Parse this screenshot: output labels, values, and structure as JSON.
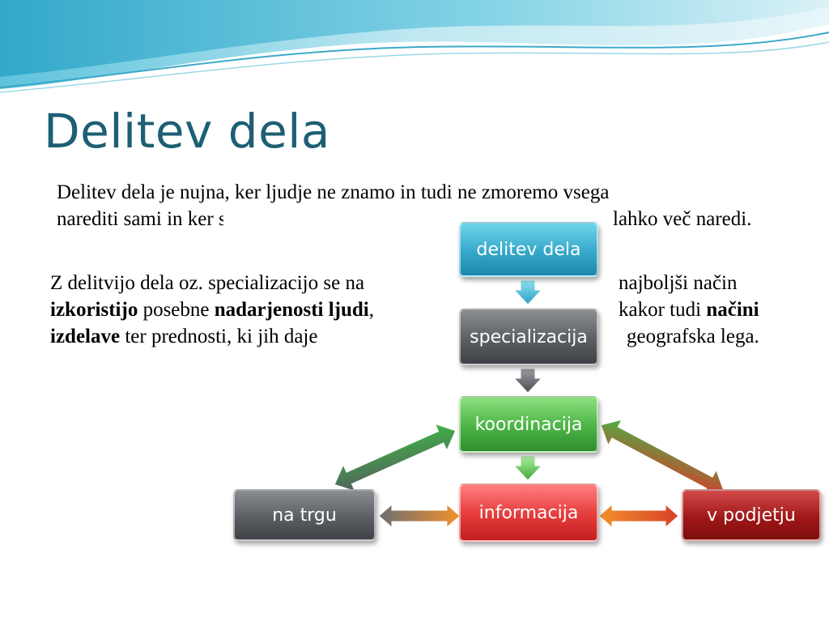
{
  "slide": {
    "title": "Delitev dela",
    "para1": {
      "line1": "Delitev dela je nujna, ker ljudje ne znamo in tudi ne zmoremo vsega",
      "line2a": "narediti sami in ker se z delitvijo dela",
      "line2b": "lahko več naredi."
    },
    "para2": {
      "line1a": "Z delitvijo dela oz. specializacijo  se na",
      "line1b": "najboljši način",
      "line2_bold1": "izkoristijo",
      "line2_text1": " posebne ",
      "line2_bold2": "nadarjenosti ljudi",
      "line2_text2": ",",
      "line2b_text": "kakor tudi ",
      "line2b_bold": "načini",
      "line3_bold": "izdelave",
      "line3_text": " ter prednosti, ki jih daje",
      "line3b": "geografska lega."
    }
  },
  "diagram": {
    "boxes": {
      "delitev": "delitev dela",
      "specializacija": "specializacija",
      "koordinacija": "koordinacija",
      "informacija": "informacija",
      "trg": "na trgu",
      "podjetje": "v podjetju"
    },
    "colors": {
      "blue": "#35a8c9",
      "gray": "#5b5f64",
      "green": "#4cb346",
      "red": "#e53a3a",
      "dark_red": "#a01818",
      "title": "#1d5f73"
    }
  }
}
